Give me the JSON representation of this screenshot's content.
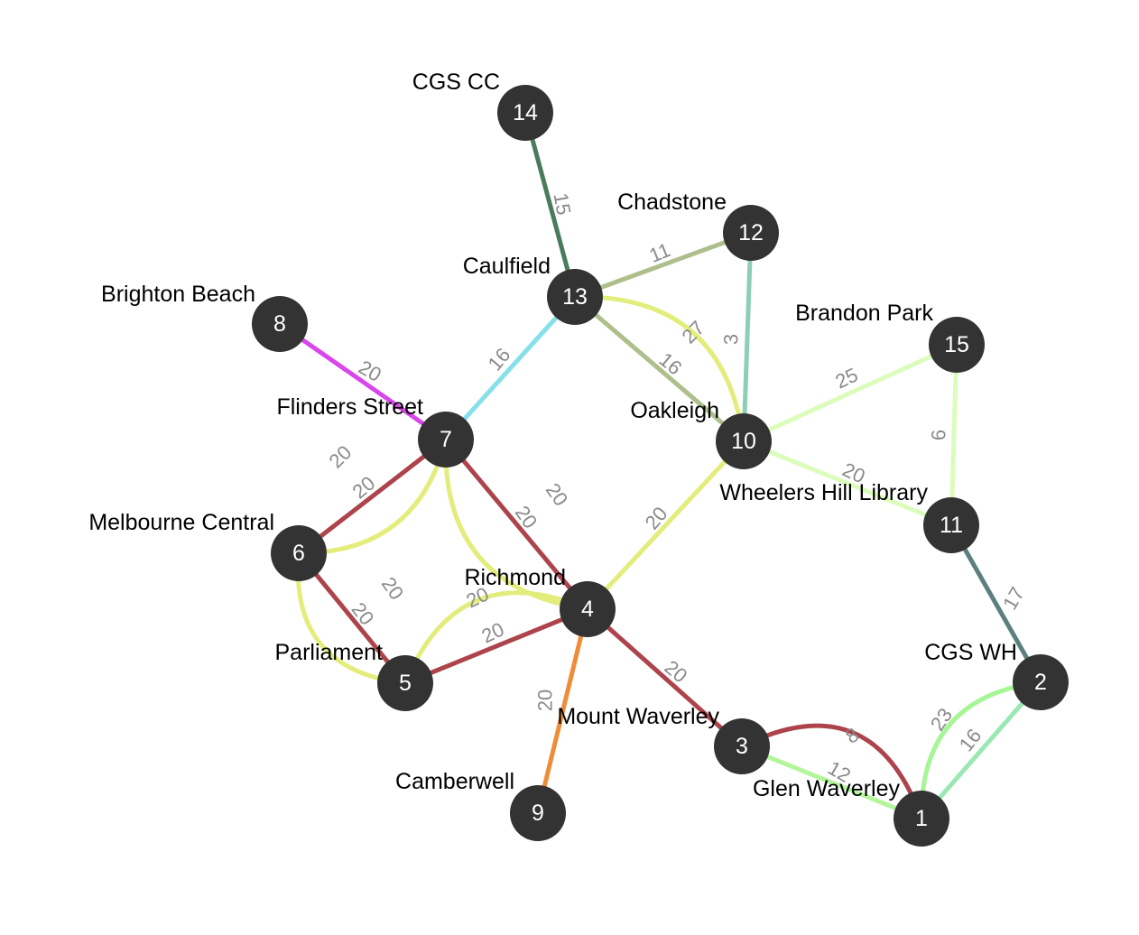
{
  "nodes": [
    {
      "id": "1",
      "name": "Glen Waverley"
    },
    {
      "id": "2",
      "name": "CGS WH"
    },
    {
      "id": "3",
      "name": "Mount Waverley"
    },
    {
      "id": "4",
      "name": "Richmond"
    },
    {
      "id": "5",
      "name": "Parliament"
    },
    {
      "id": "6",
      "name": "Melbourne Central"
    },
    {
      "id": "7",
      "name": "Flinders Street"
    },
    {
      "id": "8",
      "name": "Brighton Beach"
    },
    {
      "id": "9",
      "name": "Camberwell"
    },
    {
      "id": "10",
      "name": "Oakleigh"
    },
    {
      "id": "11",
      "name": "Wheelers Hill Library"
    },
    {
      "id": "12",
      "name": "Chadstone"
    },
    {
      "id": "13",
      "name": "Caulfield"
    },
    {
      "id": "14",
      "name": "CGS CC"
    },
    {
      "id": "15",
      "name": "Brandon Park"
    }
  ],
  "edges": [
    {
      "from": "14",
      "to": "13",
      "weight": "15",
      "color": "#4a7c5c"
    },
    {
      "from": "13",
      "to": "12",
      "weight": "11",
      "color": "#aebf8c"
    },
    {
      "from": "12",
      "to": "10",
      "weight": "3",
      "color": "#8ccfb4"
    },
    {
      "from": "13",
      "to": "10",
      "weight": "27",
      "color": "#e3ed7c"
    },
    {
      "from": "13",
      "to": "10",
      "weight": "16",
      "color": "#aebf8c"
    },
    {
      "from": "13",
      "to": "7",
      "weight": "16",
      "color": "#86e0ea"
    },
    {
      "from": "8",
      "to": "7",
      "weight": "20",
      "color": "#d946ec"
    },
    {
      "from": "7",
      "to": "6",
      "weight": "20",
      "color": "#e3ed7c"
    },
    {
      "from": "7",
      "to": "6",
      "weight": "20",
      "color": "#ad444b"
    },
    {
      "from": "7",
      "to": "4",
      "weight": "20",
      "color": "#e3ed7c"
    },
    {
      "from": "7",
      "to": "4",
      "weight": "20",
      "color": "#ad444b"
    },
    {
      "from": "6",
      "to": "5",
      "weight": "20",
      "color": "#e3ed7c"
    },
    {
      "from": "6",
      "to": "5",
      "weight": "20",
      "color": "#ad444b"
    },
    {
      "from": "5",
      "to": "4",
      "weight": "20",
      "color": "#e3ed7c"
    },
    {
      "from": "5",
      "to": "4",
      "weight": "20",
      "color": "#ad444b"
    },
    {
      "from": "4",
      "to": "10",
      "weight": "20",
      "color": "#e3ed7c"
    },
    {
      "from": "4",
      "to": "9",
      "weight": "20",
      "color": "#ef8c3a"
    },
    {
      "from": "4",
      "to": "3",
      "weight": "20",
      "color": "#ad444b"
    },
    {
      "from": "3",
      "to": "1",
      "weight": "8",
      "color": "#ad444b"
    },
    {
      "from": "3",
      "to": "1",
      "weight": "12",
      "color": "#b4f59c"
    },
    {
      "from": "10",
      "to": "15",
      "weight": "25",
      "color": "#dcfcbc"
    },
    {
      "from": "10",
      "to": "11",
      "weight": "20",
      "color": "#dcfcbc"
    },
    {
      "from": "15",
      "to": "11",
      "weight": "6",
      "color": "#dcfcbc"
    },
    {
      "from": "11",
      "to": "2",
      "weight": "17",
      "color": "#5c7f80"
    },
    {
      "from": "2",
      "to": "1",
      "weight": "23",
      "color": "#a6f596"
    },
    {
      "from": "2",
      "to": "1",
      "weight": "16",
      "color": "#9be8b4"
    }
  ]
}
